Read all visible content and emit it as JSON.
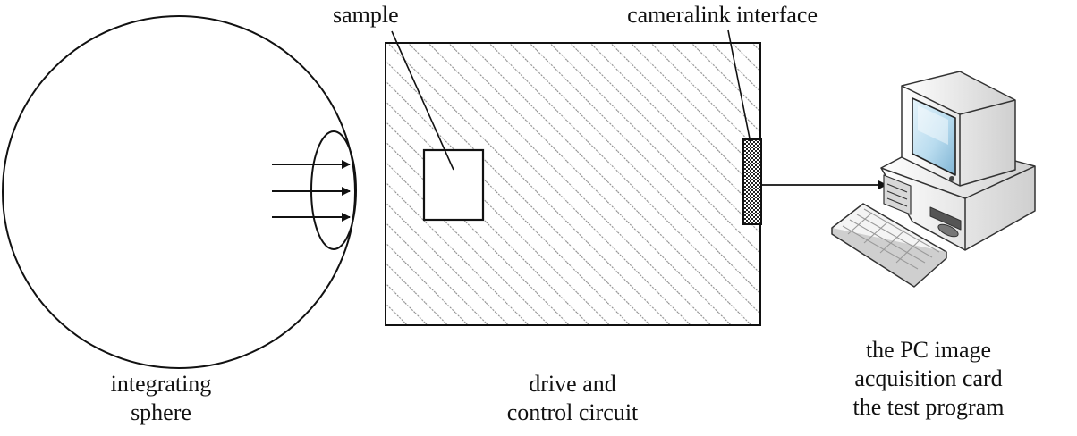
{
  "labels": {
    "sample": "sample",
    "interface": "cameralink interface",
    "sphere": [
      "integrating",
      "sphere"
    ],
    "circuit": [
      "drive and",
      "control circuit"
    ],
    "pc": [
      "the PC image",
      "acquisition card",
      "the test program"
    ]
  },
  "icons": {
    "sphere": "integrating-sphere-icon",
    "board": "circuit-board-icon",
    "connector": "cameralink-connector-icon",
    "computer": "desktop-computer-icon"
  },
  "colors": {
    "stroke": "#111111",
    "hatch": "#8a8a8a",
    "screen": "#b9dcef",
    "casing": "#e9e9e9"
  }
}
